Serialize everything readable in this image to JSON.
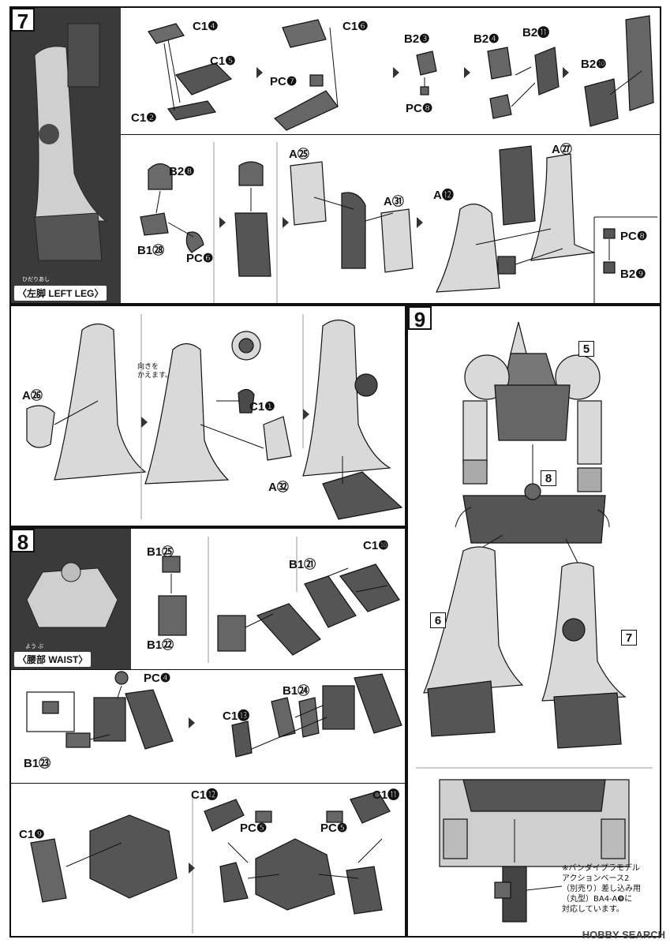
{
  "step7": {
    "number": "7",
    "caption_jp": "〈左脚",
    "caption_en": " LEFT LEG〉",
    "caption_ruby": "ひだりあし",
    "note_turn": "向きを\nかえます。",
    "labels": [
      "C1❹",
      "C1❺",
      "C1❷",
      "C1❻",
      "PC❼",
      "B2❸",
      "PC❽",
      "B2❹",
      "B2⓫",
      "B2❿",
      "B2❽",
      "B1㉘",
      "PC❻",
      "A㉕",
      "A㉛",
      "A⓬",
      "A㉗",
      "PC❽",
      "B2❾",
      "A㉖",
      "C1❶",
      "A㉜"
    ]
  },
  "step8": {
    "number": "8",
    "caption_jp": "〈腰部",
    "caption_en": " WAIST〉",
    "caption_ruby": "よう ぶ",
    "labels": [
      "B1㉕",
      "B1㉒",
      "B1㉑",
      "C1❿",
      "PC❹",
      "B1㉓",
      "C1⓭",
      "B1㉔",
      "C1❾",
      "C1⓬",
      "PC❺",
      "C1⓫",
      "PC❺"
    ]
  },
  "step9": {
    "number": "9",
    "refs": [
      "5",
      "8",
      "6",
      "7"
    ],
    "note": "※バンダイプラモデル\nアクションベース2\n（別売り）差し込み用\n（丸型）BA4-A❾に\n対応しています。"
  },
  "watermark": "HOBBY SEARCH",
  "colors": {
    "line": "#111111",
    "part_light": "#dcdcdc",
    "part_dark": "#555555",
    "photo_bg": "#3a3a3a"
  }
}
